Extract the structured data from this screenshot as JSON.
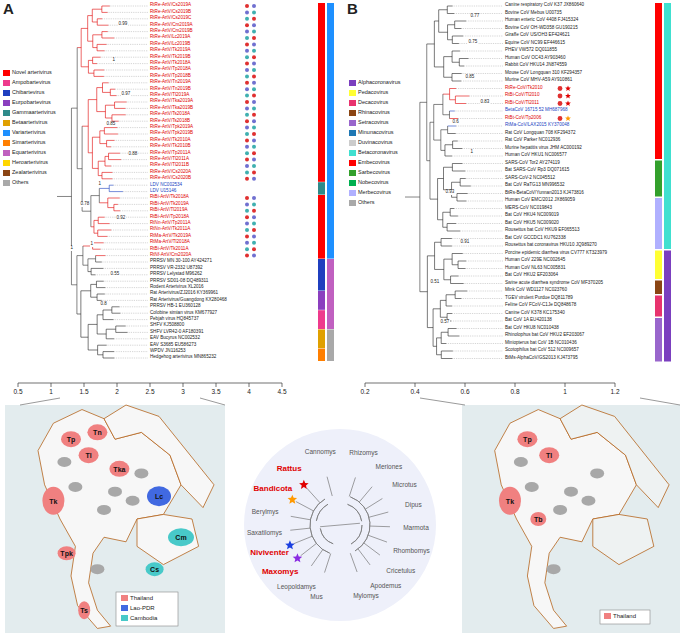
{
  "diagram": {
    "labels": [
      "A",
      "B",
      "RtRe-ArtV/Cs2019A",
      "RtRe-ArtV/Cs2019B",
      "RtRe-ArtV/Cs2019C",
      "RtRe-ArtV/Cm2019A",
      "RtRe-ArtV/Cm2019B",
      "RtRe-ArtV/Lc2019A",
      "RtRe-ArtV/Lc2019B",
      "RtRe-ArtV/Tk2019A",
      "RtRe-ArtV/Tk2019B",
      "RtRe-ArtV/Tk2018A",
      "RtRe-ArtV/Tp2018A",
      "RtRe-ArtV/Tp2018B",
      "RtRe-ArtV/Tn2019A",
      "RtRe-ArtV/Tn2019B",
      "RtRe-ArtV/Tl2019A",
      "RtRe-ArtV/Tka2019A",
      "RtRe-ArtV/Tka2019B",
      "RtRe-ArtV/Ts2018A",
      "RtRe-ArtV/Ts2018B",
      "RtRe-ArtV/Tpk2019A",
      "RtRe-ArtV/Tpk2019B",
      "RtRe-ArtV/Tk2010A",
      "RtRe-ArtV/Tk2010B",
      "RtRe-ArtV/Tp2011A",
      "RtRe-ArtV/Tl2011A",
      "RtRe-ArtV/Tl2011B",
      "RtRe-ArtV/Cs2020A",
      "RtRe-ArtV/Cs2020B",
      "LDV NC002534",
      "LDV U15146",
      "RtBi-ArtV/Tk2018A",
      "RtBi-ArtV/Tk2019A",
      "RtBi-ArtV/Tl2019A",
      "RtBi-ArtV/Tp2018A",
      "RtNn-ArtV/Tp2011A",
      "RtNn-ArtV/Tk2011A",
      "RtMa-ArtV/Tk2019A",
      "RtMa-ArtV/Tl2018A",
      "RtBi-ArtV/Tk2011A",
      "RtNf-ArtV/Cm2020A",
      "PRRSV MN 30-100 AY424271",
      "PRRSV VR-2332 U87392",
      "PRRSV Lelystad M96262",
      "PRRSV SD01-08 DQ489311",
      "Rodent Arterivirus XL2016",
      "Rat Arterivirus/ZJ2016 KY369961",
      "Rat Arterivirus/Guangdong KX280468",
      "PRRSV HB-1 EU360128",
      "Colobine simian virus KM677927",
      "Pebjah virus HQ845737",
      "SHFV KJ508800",
      "SHFV LVR42-0 AF180391",
      "EAV Bucyrus NC002532",
      "EAV S3685 EU586273",
      "WPDV JN116253",
      "Hedgehog arterivirus MN865232",
      "0.99",
      "1",
      "0.97",
      "0.85",
      "0.88",
      "1",
      "0.92",
      "1",
      "0.55",
      "0.8",
      "0.78",
      "1",
      "0.5",
      "1",
      "1.5",
      "2",
      "2.5",
      "3",
      "3.5",
      "4",
      "4.5",
      "Canine respiratory CoV K37 JX860640",
      "Bovine CoV Mebus U00735",
      "Human enteric CoV 4408 FJ415324",
      "Bovine CoV OH-WD358 GU190215",
      "Giraffe CoV US/OH3 EF424621",
      "Equine CoV NC99 EF446615",
      "PHEV VW572 DQ011855",
      "Human CoV OC43 AY903460",
      "Rabbit CoV HKU14 JN874559",
      "Mouse CoV Longquan 310 KF294357",
      "Murine CoV MHV-A59 AY910861",
      "RtRe-CoV/Tk2010",
      "RtBi-CoV/Tl2010",
      "RtBi-CoV/Tl2011",
      "BetaCoV 16715 52 MH687968",
      "RtBt-CoV/Tp2006",
      "RtMa-CoV/LAX2015 KY370048",
      "Rat CoV Longquan 708 KF294372",
      "Rat CoV Parker NC012936",
      "Murine hepatitis virus JHM AC000192",
      "Human CoV HKU1 NC006577",
      "SARS-CoV Tor2 AY274119",
      "Bat SARS-CoV Rp3 DQ071615",
      "SARS-CoV-2 NC045512",
      "Bat CoV RaTG13 MN996532",
      "BtRs-BetaCoV/Yunnan2013 KJ473816",
      "Human CoV EMC/2012 JX869059",
      "MERS-CoV NC019843",
      "Bat CoV HKU4 NC009019",
      "Bat CoV HKU5 NC009020",
      "Rousettus bat CoV HKU9 EF065513",
      "Bat CoV GCCDC1 KU762338",
      "Rousettus bat coronavirus HKU10 JQ989270",
      "Porcine epidemic diarrhea virus CV777 KT323979",
      "Human CoV 229E NC002645",
      "Human CoV NL63 NC005831",
      "Bat CoV HKU2 EF203064",
      "Swine acute diarrhea syndrome CoV MF370205",
      "Mink CoV WD1127 NC023760",
      "TGEV virulent Purdue DQ811789",
      "Feline CoV FCoV-C1Je DQ848678",
      "Canine CoV K378 KC175340",
      "Bat CoV 1A EU420138",
      "Bat CoV HKU8 NC010438",
      "Rhinolophus bat CoV HKU2 EF203067",
      "Miniopterus bat CoV 1B NC010436",
      "Scotophilus bat CoV 512 NC009657",
      "BtMs-AlphaCoV/GS2013 KJ473795",
      "0.77",
      "0.75",
      "0.85",
      "0.83",
      "0.6",
      "1",
      "0.93",
      "0.91",
      "0.51",
      "0.57",
      "0.2",
      "0.4",
      "0.6",
      "0.8",
      "1",
      "1.2",
      "Tn",
      "Tp",
      "Tl",
      "Tka",
      "Tk",
      "Lc",
      "Cm",
      "Cs",
      "Tpk",
      "Ts",
      "Tp",
      "Tl",
      "Tk",
      "Tb",
      "Rattus",
      "Bandicota",
      "Niviventer",
      "Maxomys",
      "Berylmys",
      "Saxatilomys",
      "Leopoldamys",
      "Mus",
      "Mylomys",
      "Cannomys",
      "Rhizomys",
      "Meriones",
      "Microtus",
      "Dipus",
      "Marmota",
      "Rhombomys",
      "Cricetulus",
      "Apodemus"
    ],
    "legend": [
      {
        "text": "Novel arterivirus",
        "color": "#ff0000"
      },
      {
        "text": "Ampobartevirus",
        "color": "#ee3a8c"
      },
      {
        "text": "Chibartevirus",
        "color": "#1f3fbf"
      },
      {
        "text": "Eurpobartevirus",
        "color": "#8b3fbf"
      },
      {
        "text": "Gammaarterivirus",
        "color": "#2e8b8b"
      },
      {
        "text": "Betaarterivirus",
        "color": "#e0a000"
      },
      {
        "text": "Variarterivirus",
        "color": "#1e90ff"
      },
      {
        "text": "Simarterivirus",
        "color": "#ff7f00"
      },
      {
        "text": "Equarterivirus",
        "color": "#c060c0"
      },
      {
        "text": "Heroarterivirus",
        "color": "#ffd700"
      },
      {
        "text": "Zealarterivirus",
        "color": "#8b4513"
      },
      {
        "text": "Others",
        "color": "#a9a9a9"
      },
      {
        "text": "Alphacoronavirus",
        "color": "#7b3fbf"
      },
      {
        "text": "Pedacovirus",
        "color": "#ffff33"
      },
      {
        "text": "Decacovirus",
        "color": "#e8336e"
      },
      {
        "text": "Rhinacovirus",
        "color": "#8b4513"
      },
      {
        "text": "Setracovirus",
        "color": "#9966cc"
      },
      {
        "text": "Minunacovirus",
        "color": "#1f78b4"
      },
      {
        "text": "Duvinacovirus",
        "color": "#cccccc"
      },
      {
        "text": "Betacoronavirus",
        "color": "#40e0d0"
      },
      {
        "text": "Embecovirus",
        "color": "#ff0000"
      },
      {
        "text": "Sarbecovirus",
        "color": "#33a02c"
      },
      {
        "text": "Nobecovirus",
        "color": "#00b050"
      },
      {
        "text": "Merbecovirus",
        "color": "#b0b0ff"
      },
      {
        "text": "Others",
        "color": "#a9a9a9"
      },
      {
        "text": "Thailand",
        "color": "#f08080"
      },
      {
        "text": "Lao-PDR",
        "color": "#4169e1"
      },
      {
        "text": "Cambodia",
        "color": "#48c9c9"
      },
      {
        "text": "Thailand",
        "color": "#f08080"
      }
    ]
  }
}
